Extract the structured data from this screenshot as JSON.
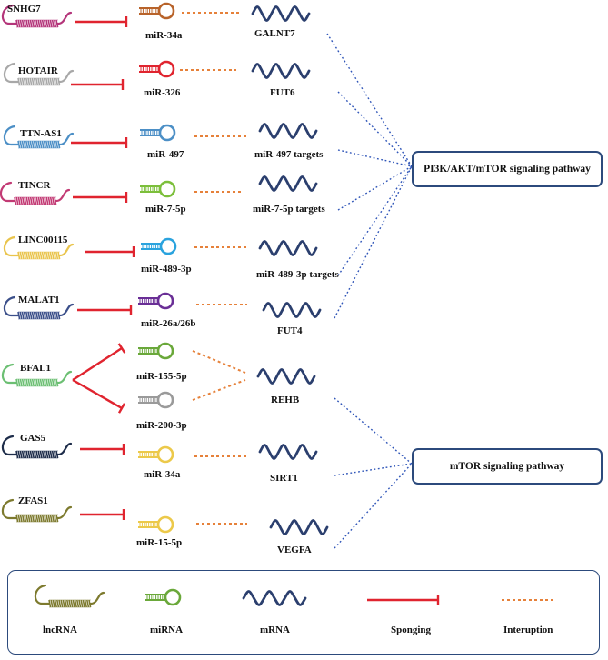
{
  "colors": {
    "sponging": "#e0242f",
    "interruption": "#e6813a",
    "pathway_link": "#2f55b8",
    "mrna": "#2b3f6e",
    "box_border": "#2c4a7c"
  },
  "rows": [
    {
      "lncrna": "SNHG7",
      "lnc_color": "#b4357a",
      "mirna": "miR-34a",
      "mir_color": "#b8632a",
      "mrna": "GALNT7"
    },
    {
      "lncrna": "HOTAIR",
      "lnc_color": "#a8a8a8",
      "mirna": "miR-326",
      "mir_color": "#e0242f",
      "mrna": "FUT6"
    },
    {
      "lncrna": "TTN-AS1",
      "lnc_color": "#4c8fc6",
      "mirna": "miR-497",
      "mir_color": "#4c8fc6",
      "mrna": "miR-497 targets"
    },
    {
      "lncrna": "TINCR",
      "lnc_color": "#c23a74",
      "mirna": "miR-7-5p",
      "mir_color": "#7cbf3b",
      "mrna": "miR-7-5p targets"
    },
    {
      "lncrna": "LINC00115",
      "lnc_color": "#e9c44c",
      "mirna": "miR-489-3p",
      "mir_color": "#2aa3de",
      "mrna": "miR-489-3p targets"
    },
    {
      "lncrna": "MALAT1",
      "lnc_color": "#3b4f8a",
      "mirna": "miR-26a/26b",
      "mir_color": "#6a2f96",
      "mrna": "FUT4"
    },
    {
      "lncrna": "BFAL1",
      "lnc_color": "#6cbf73",
      "mirna": "miR-155-5p",
      "mir_color": "#6aa83a",
      "mirna2": "miR-200-3p",
      "mir2_color": "#9a9a9a",
      "mrna": "REHB"
    },
    {
      "lncrna": "GAS5",
      "lnc_color": "#1e2d4a",
      "mirna": "miR-34a",
      "mir_color": "#ecc94a",
      "mrna": "SIRT1"
    },
    {
      "lncrna": "ZFAS1",
      "lnc_color": "#7d7a2e",
      "mirna": "miR-15-5p",
      "mir_color": "#ecc94a",
      "mrna": "VEGFA"
    }
  ],
  "pathways": {
    "pi3k": "PI3K/AKT/mTOR signaling pathway",
    "mtor": "mTOR signaling pathway"
  },
  "legend": {
    "lncrna": "lncRNA",
    "mirna": "miRNA",
    "mrna": "mRNA",
    "sponging": "Sponging",
    "interruption": "Interuption"
  }
}
